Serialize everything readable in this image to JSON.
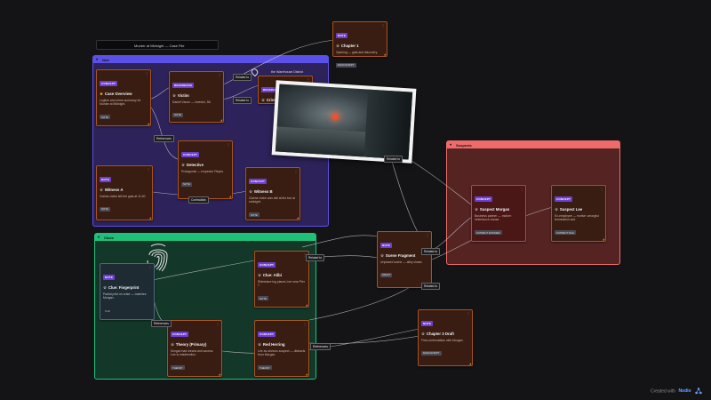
{
  "document": {
    "title": "Murder at Midnight — Case File"
  },
  "groups": [
    {
      "key": "noir",
      "label": "Noir",
      "color": "#5b50e8",
      "bg": "rgba(52,40,110,0.78)"
    },
    {
      "key": "clues",
      "label": "Clues",
      "color": "#1ec07a",
      "bg": "rgba(20,70,48,0.72)"
    },
    {
      "key": "suspects",
      "label": "Suspects",
      "color": "#ef6b6b",
      "bg": "rgba(105,40,40,0.78)"
    }
  ],
  "cards": {
    "chapter1": {
      "badge": "NOTE",
      "title": "Chapter 1",
      "desc": "Opening — gala and discovery.",
      "tag": "MANUSCRIPT"
    },
    "case_overview": {
      "badge": "CONCEPT",
      "title": "Case Overview",
      "desc": "Logline and crime summary for Murder at Midnight.",
      "tag": "NOTE"
    },
    "victim": {
      "badge": "REFERENCE",
      "title": "Victim",
      "desc": "Daniel Vance — investor, 58.",
      "tag": "NOTE"
    },
    "crime_scene": {
      "badge": "REFERENCE",
      "title": "Crime Scene",
      "desc": "",
      "tag": ""
    },
    "detective": {
      "badge": "CONCEPT",
      "title": "Detective",
      "desc": "Protagonist — Inspector Reyes.",
      "tag": "NOTE"
    },
    "witness_a": {
      "badge": "NOTE",
      "title": "Witness A",
      "desc": "Claims victim left the gala at 11:40.",
      "tag": "NOTE"
    },
    "witness_b": {
      "badge": "CONCEPT",
      "title": "Witness B",
      "desc": "Claims victim was still at the bar at midnight.",
      "tag": "NOTE"
    },
    "suspect_morgan": {
      "badge": "CONCEPT",
      "title": "Suspect Morgan",
      "desc": "Business partner — motive: inheritance clause.",
      "tag": "SUSPECT DOSSIER"
    },
    "suspect_lee": {
      "badge": "CONCEPT",
      "title": "Suspect Lee",
      "desc": "Ex-employee — motive: wrongful termination suit.",
      "tag": "SUSPECT FILE"
    },
    "scene_fragment": {
      "badge": "NOTE",
      "title": "Scene Fragment",
      "desc": "Unplaced scene — alley chase.",
      "tag": "DRAFT"
    },
    "clue_alibi": {
      "badge": "CONCEPT",
      "title": "Clue: Alibi",
      "desc": "Rideshare log places Lee near Pier 7.",
      "tag": "NOTE"
    },
    "clue_fingerprint": {
      "badge": "NOTE",
      "title": "Clue: Fingerprint",
      "desc": "Partial print on crate — matches Morgan.",
      "tag": "Draft"
    },
    "theory": {
      "badge": "CONCEPT",
      "title": "Theory (Primary)",
      "desc": "Morgan had means and access. Lee is misdirection.",
      "tag": "THEORY"
    },
    "red_herring": {
      "badge": "CONCEPT",
      "title": "Red Herring",
      "desc": "Lee as obvious suspect — distracts from Morgan.",
      "tag": "THEORY"
    },
    "chapter3": {
      "badge": "NOTE",
      "title": "Chapter 3 Draft",
      "desc": "First confrontation with Morgan.",
      "tag": "MANUSCRIPT"
    }
  },
  "edge_labels": {
    "l1": "Related to",
    "l2": "Related to",
    "l3": "References",
    "l4": "Contradicts",
    "l5": "Related to",
    "l6": "Related to",
    "l7": "Related to",
    "l8": "Related to",
    "l9": "References",
    "l10": "References"
  },
  "location": {
    "label": "the Warehouse District",
    "icon": "map-pin-icon"
  },
  "image_node": {
    "description_icon": "crime-scene-photo"
  },
  "fingerprint": {
    "icon": "fingerprint-icon"
  },
  "footer": {
    "prefix": "Created with",
    "brand": "Nodio"
  },
  "colors": {
    "edge": "#c9c9c9",
    "badge": "#6c3fd0",
    "card_border": "#a8541f"
  }
}
